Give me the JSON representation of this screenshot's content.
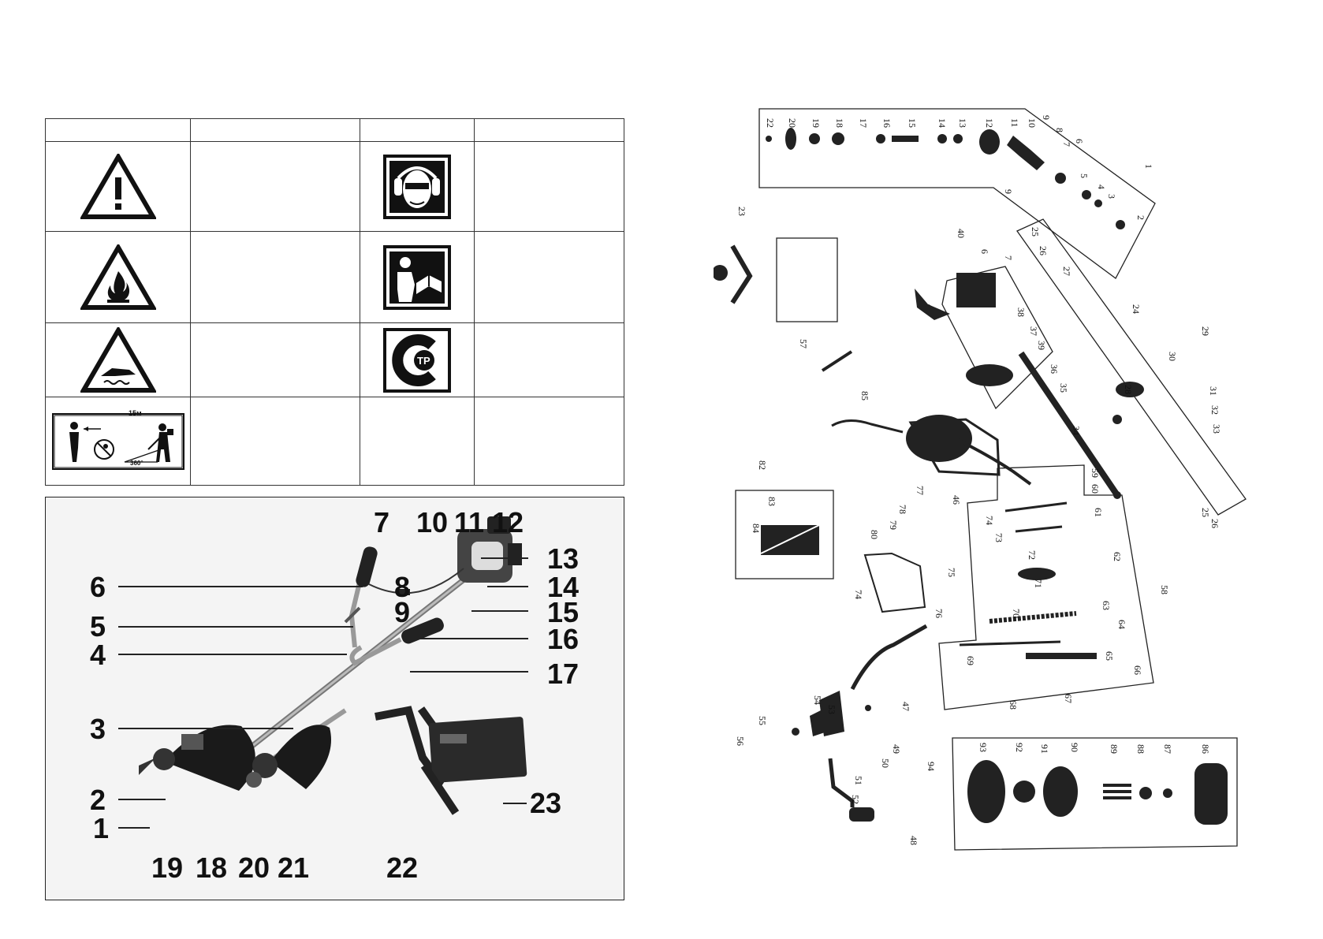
{
  "symbols_table": {
    "header": [
      "",
      "",
      "",
      ""
    ],
    "rows": [
      {
        "left_icon": "warning-exclamation-icon",
        "left_text": "",
        "right_icon": "ear-eye-protection-icon",
        "right_text": ""
      },
      {
        "left_icon": "flammable-warning-icon",
        "left_text": "",
        "right_icon": "read-manual-icon",
        "right_text": ""
      },
      {
        "left_icon": "hot-surface-warning-icon",
        "left_text": "",
        "right_icon": "eac-ctp-mark-icon",
        "right_text": ""
      },
      {
        "left_icon": "safety-distance-icon",
        "left_text": "",
        "right_icon": "",
        "right_text": ""
      }
    ],
    "distance_label": "15м",
    "angle_label": "360°"
  },
  "photo_callouts": {
    "left": [
      "6",
      "5",
      "4",
      "3",
      "2",
      "1"
    ],
    "right": [
      "13",
      "14",
      "15",
      "16",
      "17",
      "23"
    ],
    "top": [
      "7",
      "10",
      "11",
      "12",
      "8",
      "9"
    ],
    "bottom": [
      "19",
      "18",
      "20",
      "21",
      "22"
    ]
  },
  "exploded_parts": {
    "head_group": [
      "22",
      "20",
      "19",
      "18",
      "17",
      "16",
      "15",
      "14",
      "13",
      "12",
      "11",
      "10",
      "9",
      "8",
      "7",
      "6",
      "5",
      "4",
      "3",
      "2",
      "1",
      "9"
    ],
    "shaft_group": [
      "25",
      "26",
      "27",
      "24",
      "28",
      "29",
      "30",
      "31",
      "32",
      "33",
      "25",
      "26"
    ],
    "guard_group": [
      "40",
      "6",
      "7",
      "38",
      "37",
      "39",
      "36",
      "35",
      "34",
      "23",
      "57",
      "85"
    ],
    "harness_group": [
      "46",
      "82",
      "83",
      "84",
      "77",
      "78",
      "79",
      "80",
      "75",
      "74",
      "76"
    ],
    "throttle_group": [
      "59",
      "60",
      "61",
      "74",
      "73",
      "72",
      "71",
      "70",
      "62",
      "63",
      "64",
      "58",
      "69",
      "65",
      "66",
      "67",
      "68"
    ],
    "handle_group": [
      "47",
      "54",
      "53",
      "55",
      "56",
      "49",
      "50",
      "51",
      "52",
      "48"
    ],
    "spool_group": [
      "94",
      "93",
      "92",
      "91",
      "90",
      "89",
      "88",
      "87",
      "86"
    ]
  }
}
